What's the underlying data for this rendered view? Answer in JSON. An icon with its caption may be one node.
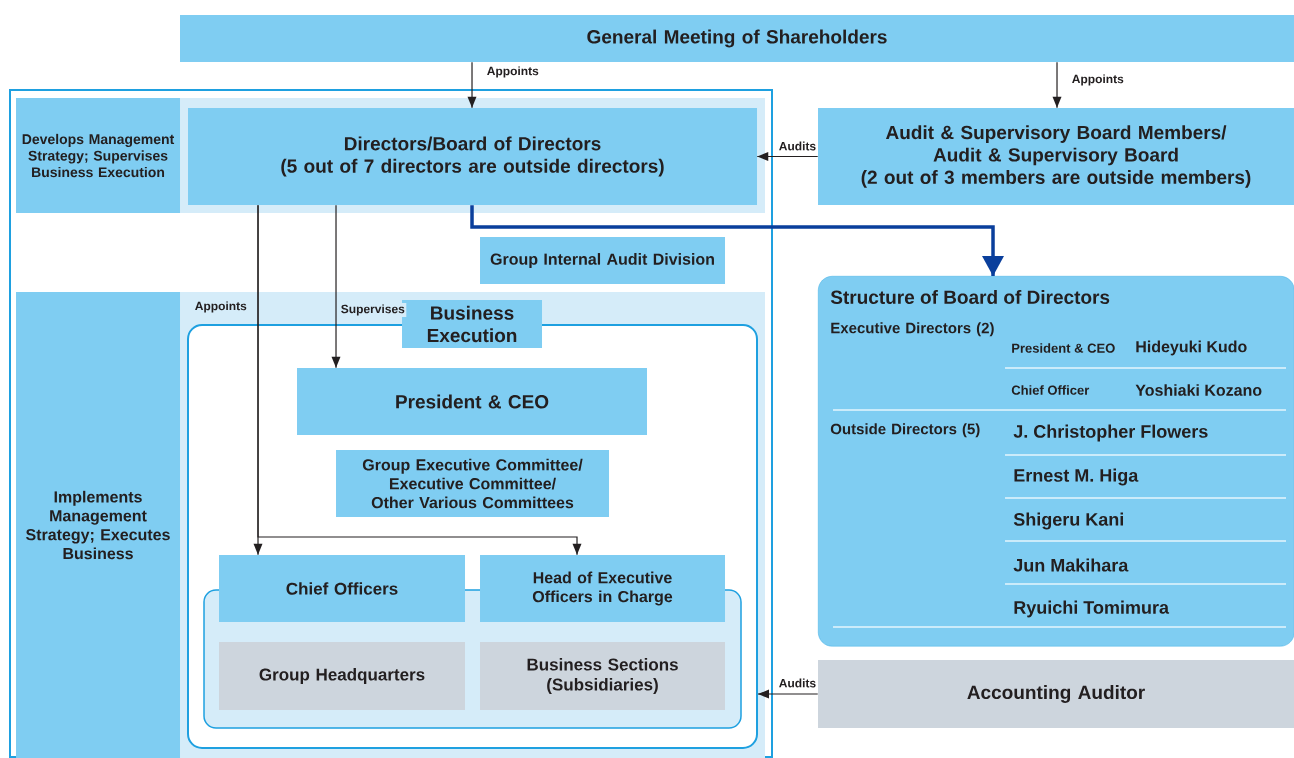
{
  "diagram": {
    "nodes": [
      {
        "text": [
          "General Meeting of Shareholders"
        ]
      },
      {
        "text": [
          "Develops Management Strategy; Supervises Business Execution"
        ]
      },
      {
        "text": [
          "Directors/Board of Directors",
          "(5 out of 7 directors are outside directors)"
        ]
      },
      {
        "text": [
          "Audit & Supervisory Board Members/ Audit & Supervisory Board",
          "(2 out of 3 members are outside members)"
        ]
      },
      {
        "text": [
          "Group Internal Audit Division"
        ]
      },
      {
        "text": [
          "Implements Management Strategy; Executes Business"
        ]
      },
      {
        "text": [
          "Business Execution"
        ]
      },
      {
        "text": [
          "President & CEO"
        ],
        "in": 6
      },
      {
        "text": [
          "Group Executive Committee/ Executive Committee/ Other Various Committees"
        ],
        "in": 6
      },
      {
        "text": [
          "Chief Officers"
        ],
        "in": 6
      },
      {
        "text": [
          "Head of Executive Officers in Charge"
        ],
        "in": 6
      },
      {
        "text": [
          "Group Headquarters"
        ],
        "in": 6
      },
      {
        "text": [
          "Business Sections (Subsidiaries)"
        ],
        "in": 6
      },
      {
        "text": [
          "Structure of Board of Directors",
          "Executive Directors (2)",
          "President & CEO",
          "Hideyuki Kudo",
          "Chief Officer",
          "Yoshiaki Kozano",
          "Outside Directors (5)",
          "J. Christopher Flowers",
          "Ernest M. Higa",
          "Shigeru Kani",
          "Jun Makihara",
          "Ryuichi Tomimura"
        ]
      },
      {
        "text": [
          "Accounting Auditor"
        ]
      }
    ],
    "edges": [
      {
        "from": 0,
        "to": 2,
        "arrow": "to",
        "label": "Appoints"
      },
      {
        "from": 0,
        "to": 3,
        "arrow": "to",
        "label": "Appoints"
      },
      {
        "from": 3,
        "to": 2,
        "arrow": "to",
        "label": "Audits"
      },
      {
        "from": 2,
        "to": 13,
        "arrow": "to",
        "style": "thick",
        "color": "#0a3f9c"
      },
      {
        "from": 2,
        "to": 7,
        "arrow": "to",
        "label": "Supervises"
      },
      {
        "from": 2,
        "to": 9,
        "arrow": "to",
        "label": "Appoints"
      },
      {
        "from": 2,
        "to": 10,
        "arrow": "to"
      },
      {
        "from": 14,
        "to": 6,
        "arrow": "to",
        "label": "Audits"
      }
    ]
  }
}
